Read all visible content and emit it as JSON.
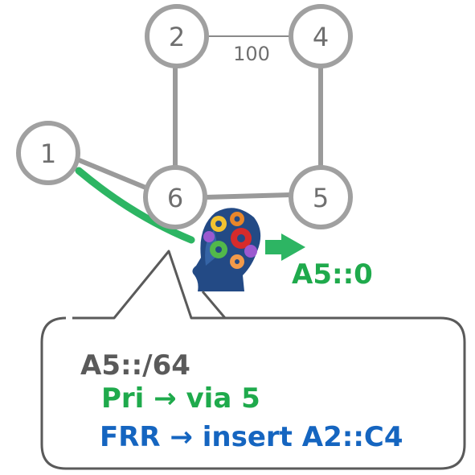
{
  "nodes": [
    {
      "id": "1",
      "label": "1"
    },
    {
      "id": "2",
      "label": "2"
    },
    {
      "id": "4",
      "label": "4"
    },
    {
      "id": "5",
      "label": "5"
    },
    {
      "id": "6",
      "label": "6"
    }
  ],
  "edges": [
    {
      "from": "2",
      "to": "4",
      "label": "100"
    },
    {
      "from": "2",
      "to": "6",
      "label": ""
    },
    {
      "from": "4",
      "to": "5",
      "label": ""
    },
    {
      "from": "6",
      "to": "5",
      "label": ""
    },
    {
      "from": "1",
      "to": "6",
      "label": ""
    }
  ],
  "destination": {
    "label": "A5::0"
  },
  "callout": {
    "prefix": "A5::/64",
    "primary": "Pri → via 5",
    "frr": "FRR → insert A2::C4"
  },
  "icons": [
    "brain-gears-icon",
    "arrow-right-icon"
  ],
  "colors": {
    "node_stroke": "#a0a0a0",
    "edge": "#9a9a9a",
    "node_text": "#6f6f6f",
    "path_green": "#2db563",
    "text_green": "#1faa4c",
    "text_blue": "#1565c0",
    "text_gray": "#5a5a5a",
    "callout_stroke": "#5a5a5a"
  }
}
